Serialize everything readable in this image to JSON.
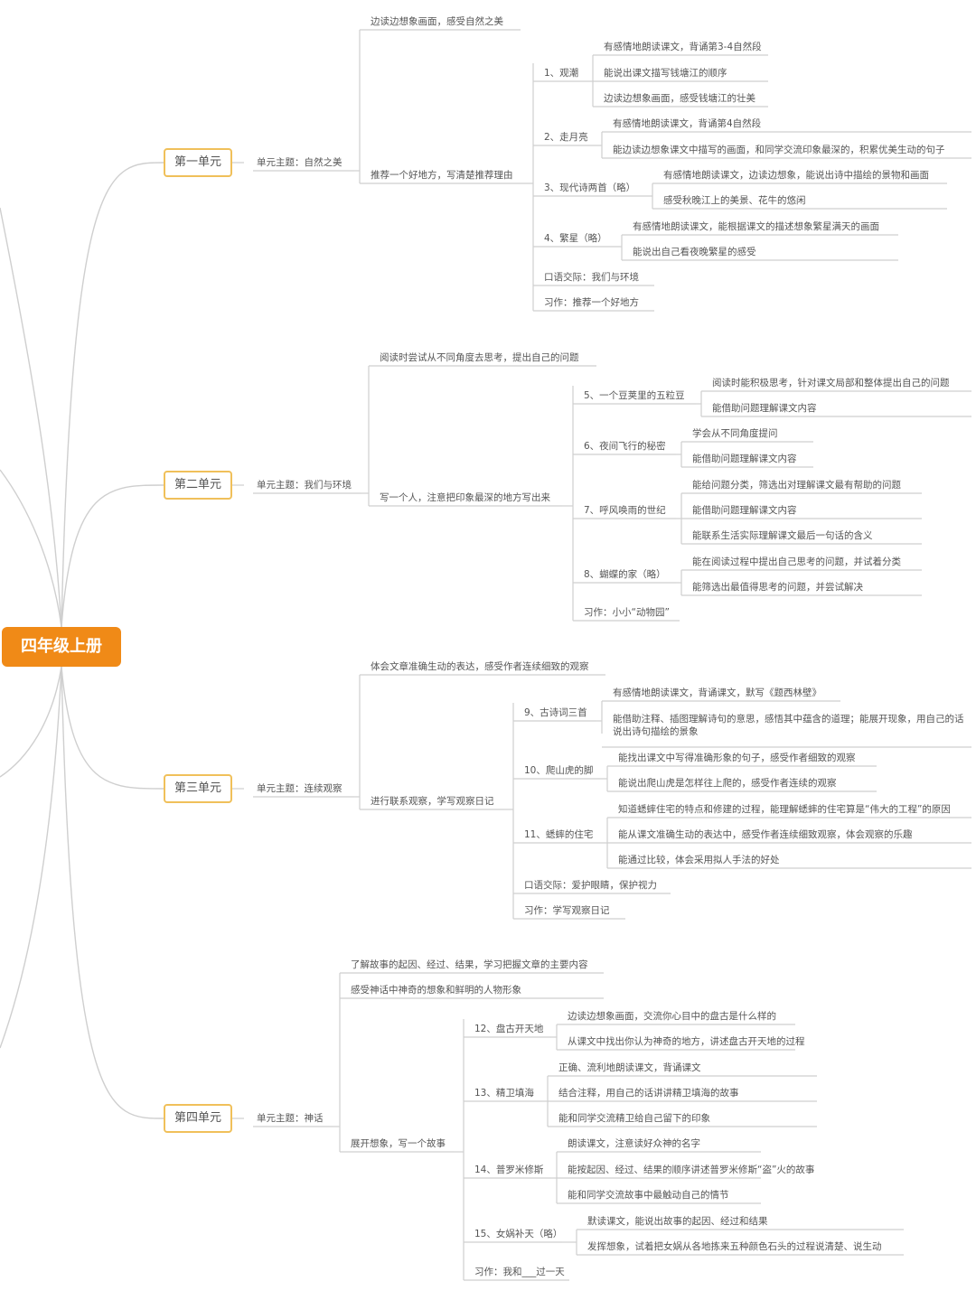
{
  "root": "四年级上册",
  "units": [
    {
      "name": "第一单元",
      "theme": "单元主题：自然之美",
      "goals": [
        "边读边想象画面，感受自然之美"
      ],
      "main": "推荐一个好地方，写清楚推荐理由",
      "lessons": [
        {
          "name": "1、观潮",
          "items": [
            "有感情地朗读课文，背诵第3-4自然段",
            "能说出课文描写钱塘江的顺序",
            "边读边想象画面，感受钱塘江的壮美"
          ]
        },
        {
          "name": "2、走月亮",
          "items": [
            "有感情地朗读课文，背诵第4自然段",
            "能边读边想象课文中描写的画面，和同学交流印象最深的，积累优美生动的句子"
          ]
        },
        {
          "name": "3、现代诗两首（略）",
          "items": [
            "有感情地朗读课文，边读边想象，能说出诗中描绘的景物和画面",
            "感受秋晚江上的美景、花牛的悠闲"
          ]
        },
        {
          "name": "4、繁星（略）",
          "items": [
            "有感情地朗读课文，能根据课文的描述想象繁星满天的画面",
            "能说出自己看夜晚繁星的感受"
          ]
        },
        {
          "name": "口语交际：我们与环境",
          "items": []
        },
        {
          "name": "习作：推荐一个好地方",
          "items": []
        }
      ]
    },
    {
      "name": "第二单元",
      "theme": "单元主题：我们与环境",
      "goals": [
        "阅读时尝试从不同角度去思考，提出自己的问题"
      ],
      "main": "写一个人，注意把印象最深的地方写出来",
      "lessons": [
        {
          "name": "5、一个豆荚里的五粒豆",
          "items": [
            "阅读时能积极思考，针对课文局部和整体提出自己的问题",
            "能借助问题理解课文内容"
          ]
        },
        {
          "name": "6、夜间飞行的秘密",
          "items": [
            "学会从不同角度提问",
            "能借助问题理解课文内容"
          ]
        },
        {
          "name": "7、呼风唤雨的世纪",
          "items": [
            "能给问题分类，筛选出对理解课文最有帮助的问题",
            "能借助问题理解课文内容",
            "能联系生活实际理解课文最后一句话的含义"
          ]
        },
        {
          "name": "8、蝴蝶的家（略）",
          "items": [
            "能在阅读过程中提出自己思考的问题，并试着分类",
            "能筛选出最值得思考的问题，并尝试解决"
          ]
        },
        {
          "name": "习作：小小“动物园”",
          "items": []
        }
      ]
    },
    {
      "name": "第三单元",
      "theme": "单元主题：连续观察",
      "goals": [
        "体会文章准确生动的表达，感受作者连续细致的观察"
      ],
      "main": "进行联系观察，学写观察日记",
      "lessons": [
        {
          "name": "9、古诗词三首",
          "items": [
            "有感情地朗读课文，背诵课文，默写《题西林壁》",
            "能借助注释、插图理解诗句的意思，感悟其中蕴含的道理；能展开现象，用自己的话说出诗句描绘的景象"
          ]
        },
        {
          "name": "10、爬山虎的脚",
          "items": [
            "能找出课文中写得准确形象的句子，感受作者细致的观察",
            "能说出爬山虎是怎样往上爬的，感受作者连续的观察"
          ]
        },
        {
          "name": "11、蟋蟀的住宅",
          "items": [
            "知道蟋蟀住宅的特点和修建的过程，能理解蟋蟀的住宅算是“伟大的工程”的原因",
            "能从课文准确生动的表达中，感受作者连续细致观察，体会观察的乐趣",
            "能通过比较，体会采用拟人手法的好处"
          ]
        },
        {
          "name": "口语交际：爱护眼睛，保护视力",
          "items": []
        },
        {
          "name": "习作：学写观察日记",
          "items": []
        }
      ]
    },
    {
      "name": "第四单元",
      "theme": "单元主题：神话",
      "goals": [
        "了解故事的起因、经过、结果，学习把握文章的主要内容",
        "感受神话中神奇的想象和鲜明的人物形象"
      ],
      "main": "展开想象，写一个故事",
      "lessons": [
        {
          "name": "12、盘古开天地",
          "items": [
            "边读边想象画面，交流你心目中的盘古是什么样的",
            "从课文中找出你认为神奇的地方，讲述盘古开天地的过程"
          ]
        },
        {
          "name": "13、精卫填海",
          "items": [
            "正确、流利地朗读课文，背诵课文",
            "结合注释，用自己的话讲讲精卫填海的故事",
            "能和同学交流精卫给自己留下的印象"
          ]
        },
        {
          "name": "14、普罗米修斯",
          "items": [
            "朗读课文，注意读好众神的名字",
            "能按起因、经过、结果的顺序讲述普罗米修斯“盗”火的故事",
            "能和同学交流故事中最触动自己的情节"
          ]
        },
        {
          "name": "15、女娲补天（略）",
          "items": [
            "默读课文，能说出故事的起因、经过和结果",
            "发挥想象，试着把女娲从各地拣来五种颜色石头的过程说清楚、说生动"
          ]
        },
        {
          "name": "习作：我和___过一天",
          "items": []
        }
      ]
    }
  ]
}
